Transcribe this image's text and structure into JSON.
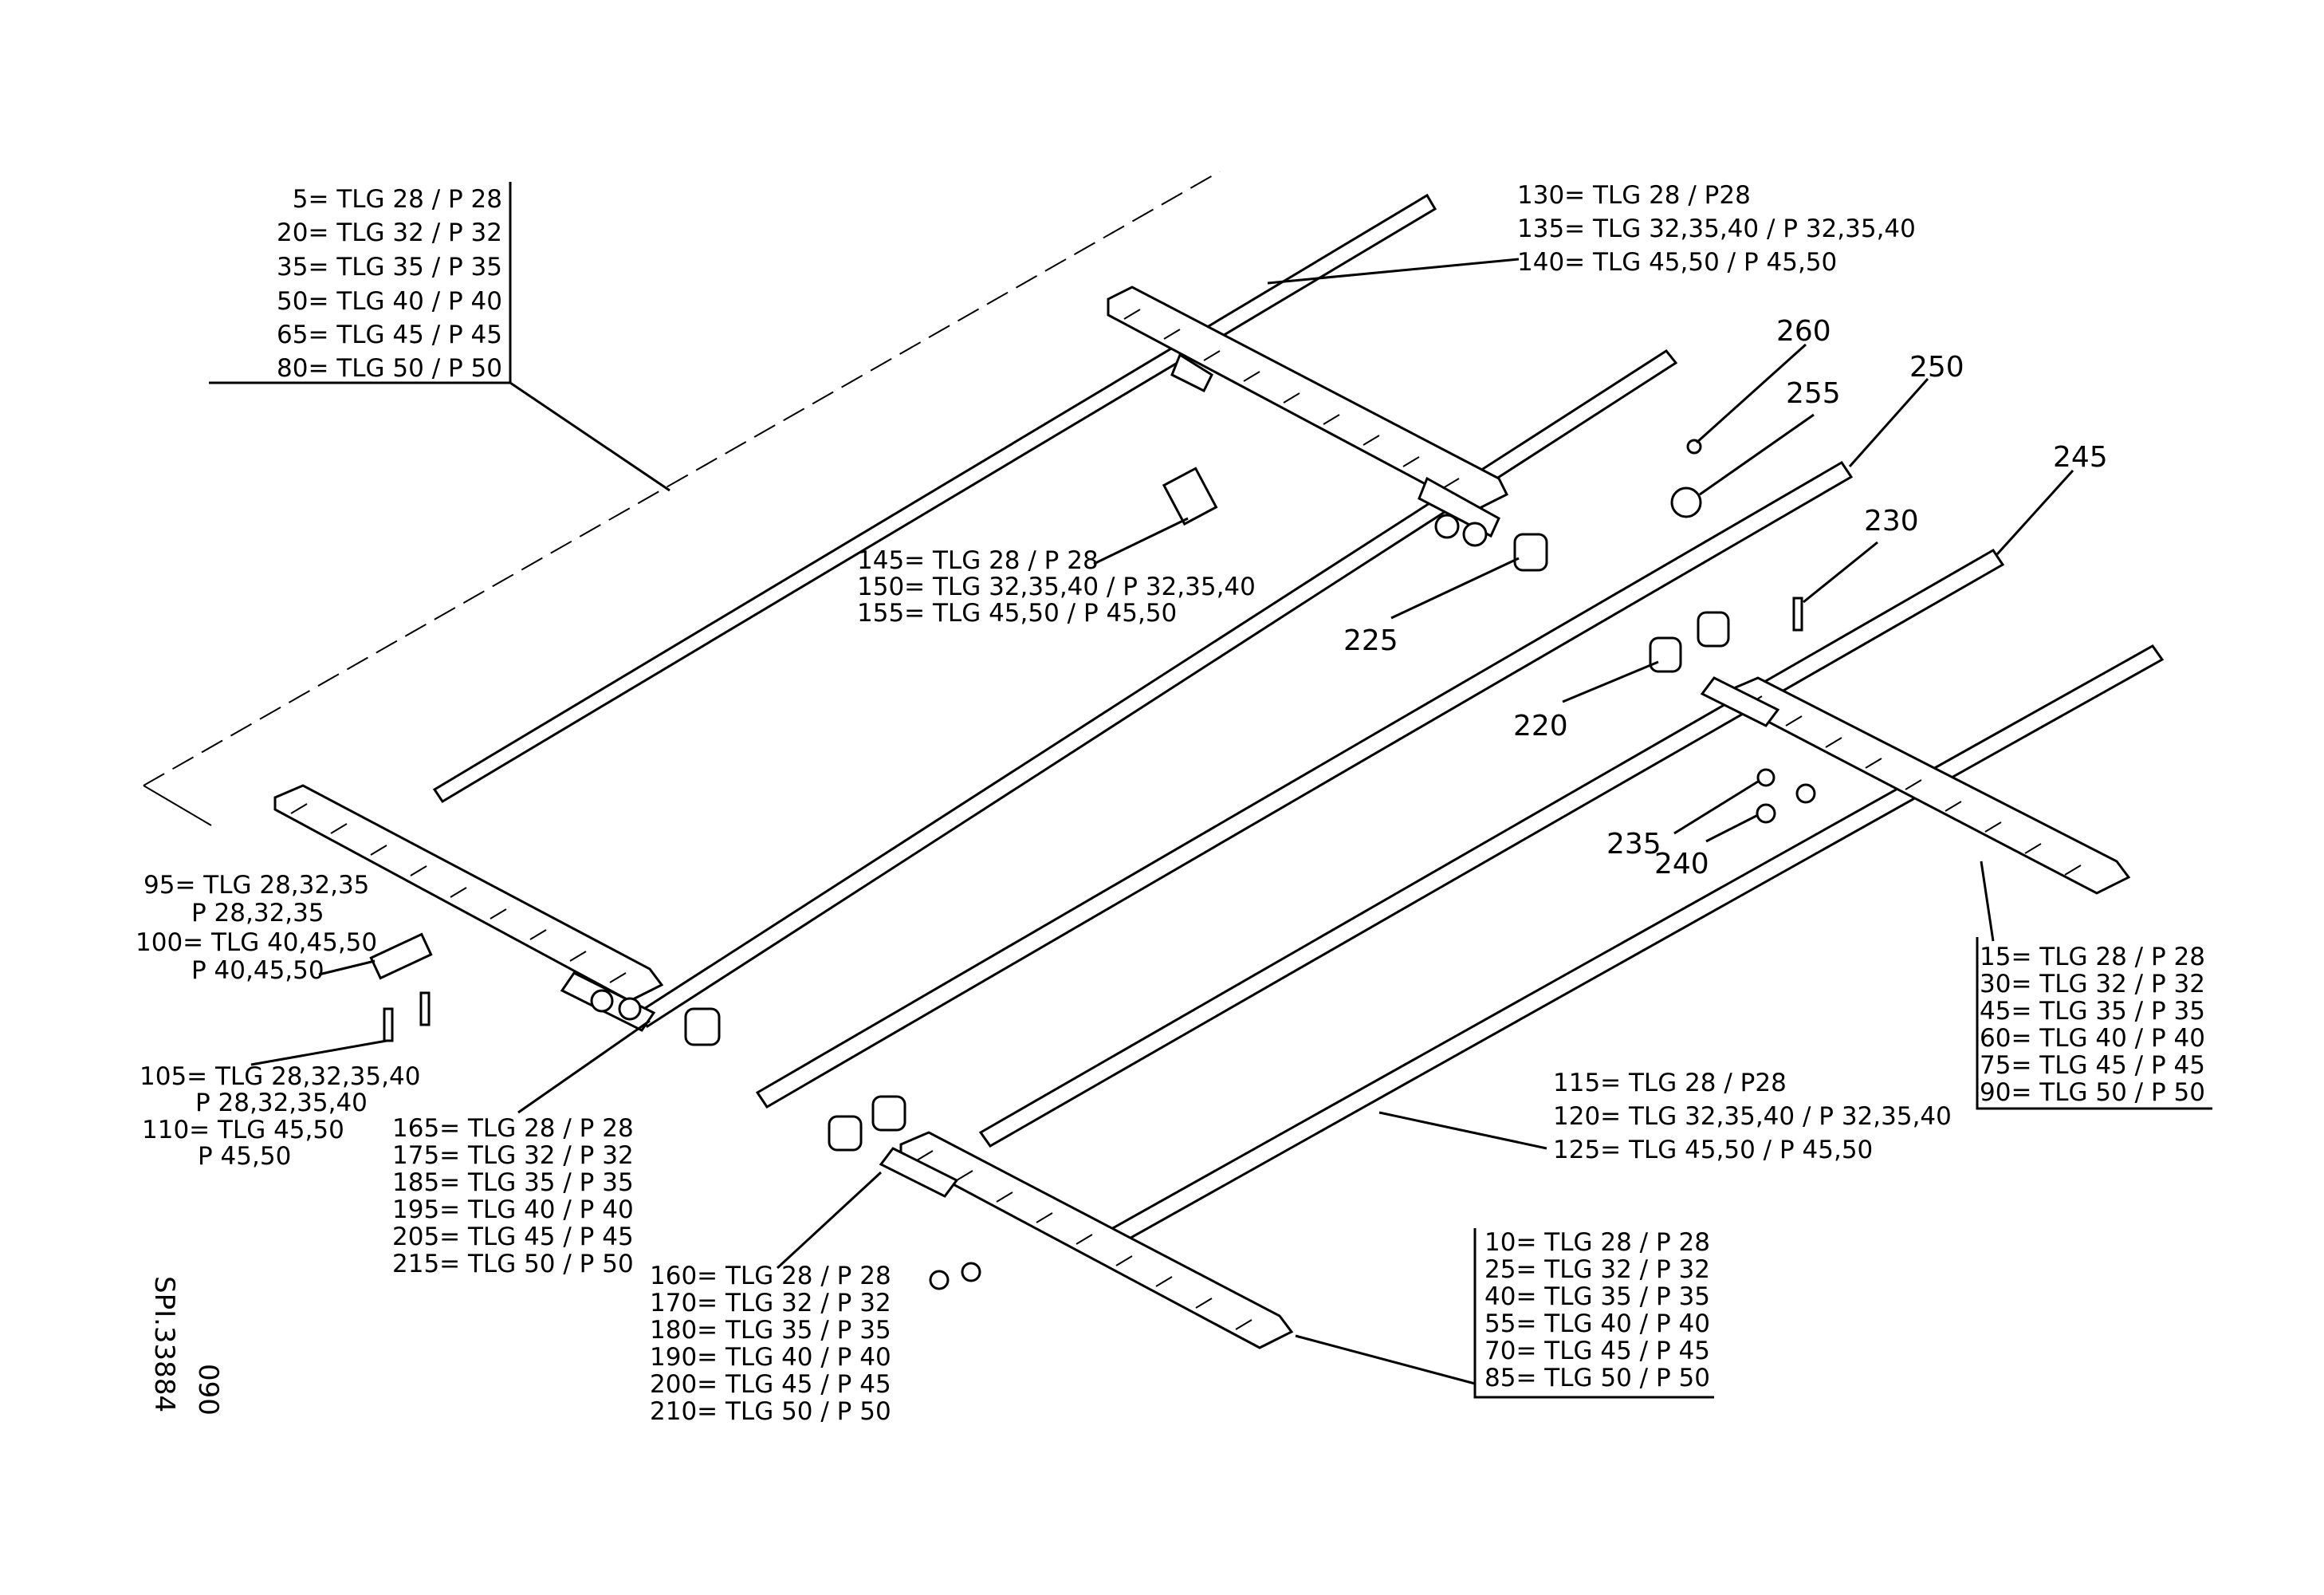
{
  "drawing_code": "SPI.33884",
  "drawing_sheet": "090",
  "callouts": {
    "top_left": [
      "5= TLG 28 / P 28",
      "20= TLG 32 / P 32",
      "35= TLG 35 / P 35",
      "50= TLG 40 / P 40",
      "65= TLG 45 / P 45",
      "80= TLG 50 / P 50"
    ],
    "top_rod": [
      "130= TLG 28 / P28",
      "135= TLG 32,35,40 / P 32,35,40",
      "140= TLG 45,50 / P 45,50"
    ],
    "top_bracket": [
      "145= TLG 28 / P 28",
      "150= TLG 32,35,40 / P 32,35,40",
      "155= TLG 45,50 / P 45,50"
    ],
    "left_plate": [
      "95= TLG 28,32,35",
      "P 28,32,35",
      "100= TLG 40,45,50",
      "P 40,45,50"
    ],
    "left_bolt": [
      "105= TLG 28,32,35,40",
      "P 28,32,35,40",
      "110= TLG 45,50",
      "P 45,50"
    ],
    "left_hinge": [
      "165= TLG 28 / P 28",
      "175= TLG 32 / P 32",
      "185= TLG 35 / P 35",
      "195= TLG 40 / P 40",
      "205= TLG 45 / P 45",
      "215= TLG 50 / P 50"
    ],
    "bottom_hinge": [
      "160= TLG 28 / P 28",
      "170= TLG 32 / P 32",
      "180= TLG 35 / P 35",
      "190= TLG 40 / P 40",
      "200= TLG 45 / P 45",
      "210= TLG 50 / P 50"
    ],
    "bottom_rail": [
      "10= TLG 28 / P 28",
      "25= TLG 32 / P 32",
      "40= TLG 35 / P 35",
      "55= TLG 40 / P 40",
      "70= TLG 45 / P 45",
      "85= TLG 50 / P 50"
    ],
    "bottom_rod": [
      "115= TLG 28 / P28",
      "120= TLG 32,35,40 / P 32,35,40",
      "125= TLG 45,50 / P 45,50"
    ],
    "right_rail": [
      "15= TLG 28 / P 28",
      "30= TLG 32 / P 32",
      "45= TLG 35 / P 35",
      "60= TLG 40 / P 40",
      "75= TLG 45 / P 45",
      "90= TLG 50 / P 50"
    ]
  },
  "item_numbers": {
    "n260": "260",
    "n255": "255",
    "n250": "250",
    "n245": "245",
    "n230": "230",
    "n225": "225",
    "n220": "220",
    "n235": "235",
    "n240": "240"
  }
}
